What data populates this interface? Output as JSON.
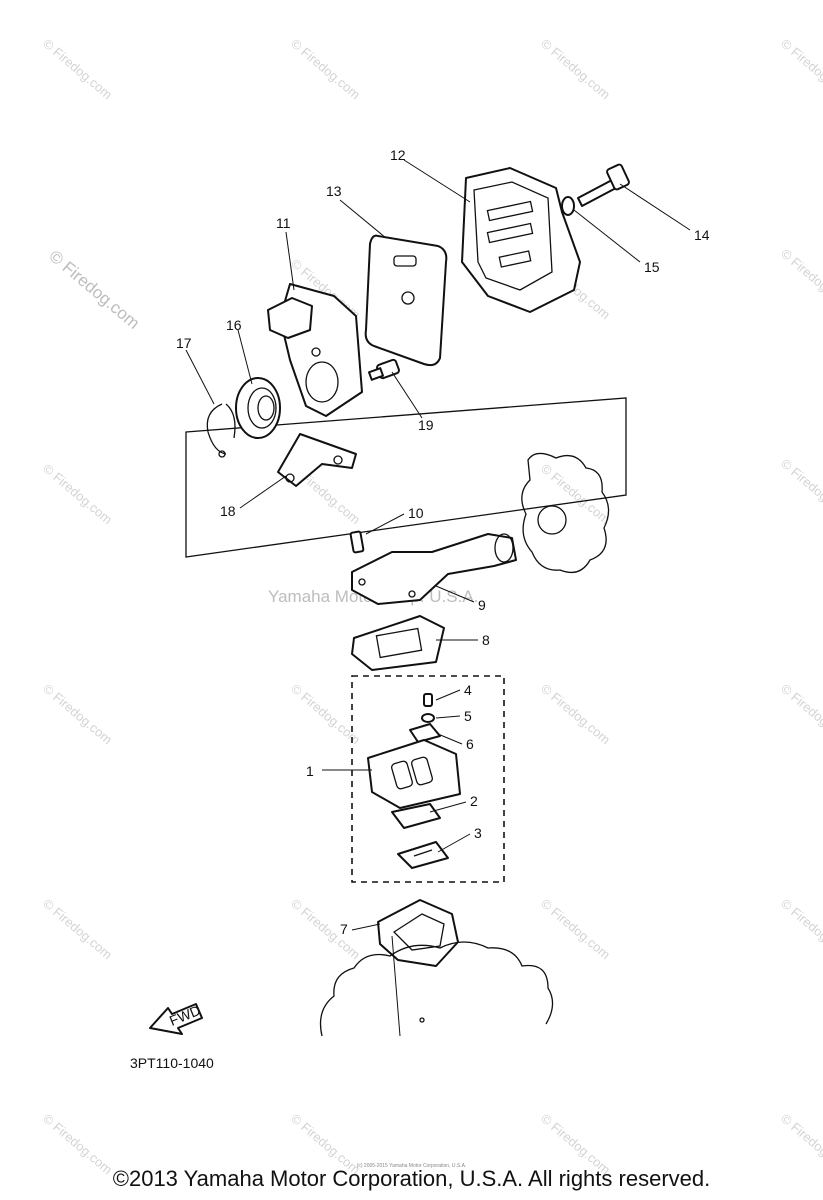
{
  "watermark": {
    "tile_text": "© Firedog.com",
    "center_text": "Yamaha Motor Corp. U.S.A."
  },
  "callouts": [
    "1",
    "2",
    "3",
    "4",
    "5",
    "6",
    "7",
    "8",
    "9",
    "10",
    "11",
    "12",
    "13",
    "14",
    "15",
    "16",
    "17",
    "18",
    "19"
  ],
  "diagram_code": "3PT110-1040",
  "fwd_label": "FWD",
  "footer": {
    "copyright": "©2013 Yamaha Motor Corporation, U.S.A. All rights reserved.",
    "tiny_credit": "(c) 2005-2015 Yamaha Motor Corporation, U.S.A."
  }
}
